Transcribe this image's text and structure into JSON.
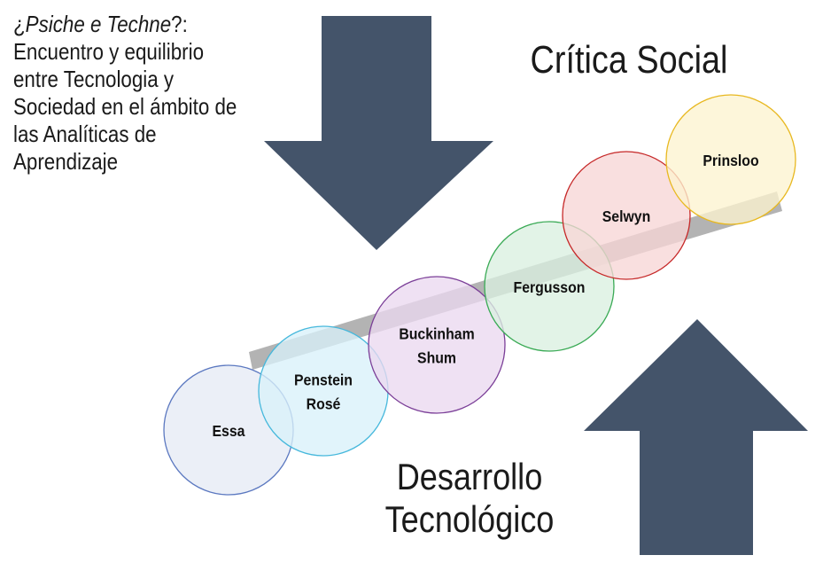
{
  "title": {
    "prefix": "¿",
    "italic": "Psiche e Techne",
    "suffix": "?:",
    "lines": [
      "Encuentro y equilibrio",
      "entre Tecnologia y",
      "Sociedad en el ámbito de",
      "las Analíticas de",
      "Aprendizaje"
    ]
  },
  "top_label": "Crítica Social",
  "bottom_label": {
    "line1": "Desarrollo",
    "line2": "Tecnológico"
  },
  "circles": [
    {
      "lines": [
        "Essa"
      ],
      "fill": "#e6eaf5",
      "stroke": "#5b78c0"
    },
    {
      "lines": [
        "Penstein",
        "Rosé"
      ],
      "fill": "#d8f1fa",
      "stroke": "#46b8dc"
    },
    {
      "lines": [
        "Buckinham",
        "Shum"
      ],
      "fill": "#ead9ef",
      "stroke": "#7b3f98"
    },
    {
      "lines": [
        "Fergusson"
      ],
      "fill": "#daf0e0",
      "stroke": "#3aaa55"
    },
    {
      "lines": [
        "Selwyn"
      ],
      "fill": "#f7d6d6",
      "stroke": "#c62828"
    },
    {
      "lines": [
        "Prinsloo"
      ],
      "fill": "#fdf3d0",
      "stroke": "#e8b820"
    }
  ],
  "colors": {
    "arrow": "#44546a",
    "band": "#a6a6a6"
  }
}
